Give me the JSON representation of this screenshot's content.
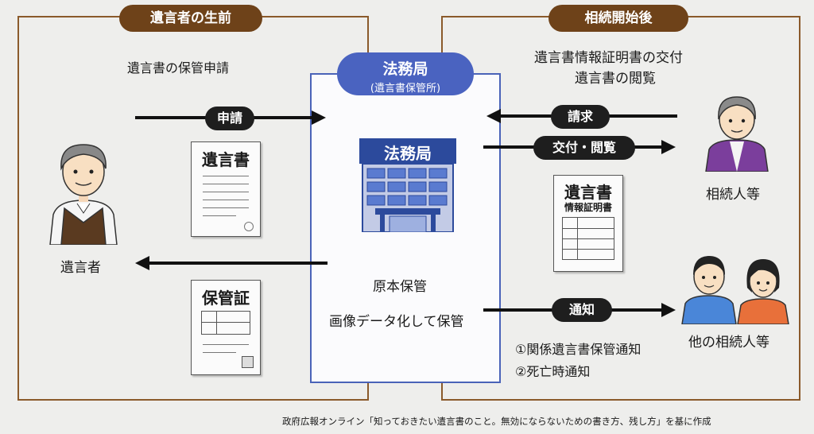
{
  "left_panel": {
    "title": "遺言者の生前",
    "subtitle": "遺言書の保管申請"
  },
  "right_panel": {
    "title": "相続開始後",
    "subtitle_line1": "遺言書情報証明書の交付",
    "subtitle_line2": "遺言書の閲覧"
  },
  "office": {
    "title": "法務局",
    "subtitle": "(遺言書保管所)",
    "building_sign": "法務局",
    "storage_original": "原本保管",
    "storage_image": "画像データ化して保管"
  },
  "arrows": {
    "apply": "申請",
    "request": "請求",
    "deliver": "交付・閲覧",
    "notify": "通知"
  },
  "documents": {
    "will": "遺言書",
    "certificate": "保管証",
    "info_cert_line1": "遺言書",
    "info_cert_line2": "情報証明書"
  },
  "people": {
    "testator": "遺言者",
    "heir": "相続人等",
    "other_heirs": "他の相続人等"
  },
  "notifications": {
    "item1": "①関係遺言書保管通知",
    "item2": "②死亡時通知"
  },
  "footer": "政府広報オンライン「知っておきたい遺言書のこと。無効にならないための書き方、残し方」を基に作成"
}
